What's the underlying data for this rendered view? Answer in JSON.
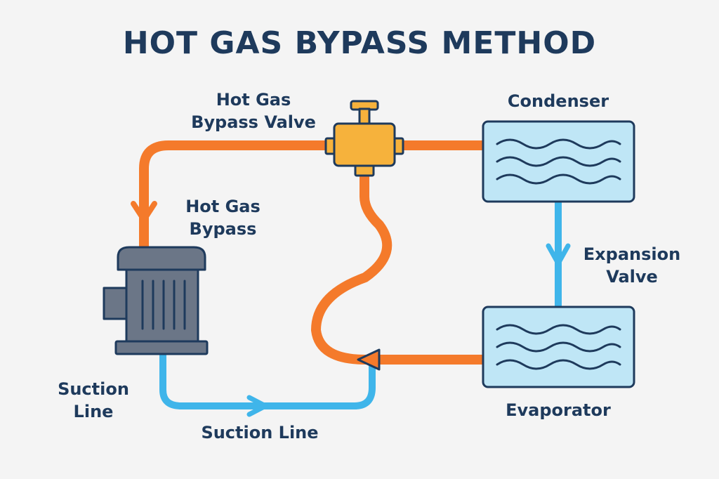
{
  "title": "HOT GAS BYPASS METHOD",
  "labels": {
    "bypass_valve": [
      "Hot Gas",
      "Bypass Valve"
    ],
    "hot_gas_bypass": [
      "Hot Gas",
      "Bypass"
    ],
    "condenser": "Condenser",
    "expansion_valve": [
      "Expansion",
      "Valve"
    ],
    "evaporator": "Evaporator",
    "suction_line_left": [
      "Suction",
      "Line"
    ],
    "suction_line_bottom": "Suction Line"
  },
  "colors": {
    "hot_line": "#f47a2b",
    "cold_line": "#3fb5ea",
    "text": "#1e3a5c",
    "outline": "#1e3a5c",
    "valve": "#f6b23c",
    "coil_fill": "#bfe6f6",
    "compressor_fill": "#6b7687"
  }
}
